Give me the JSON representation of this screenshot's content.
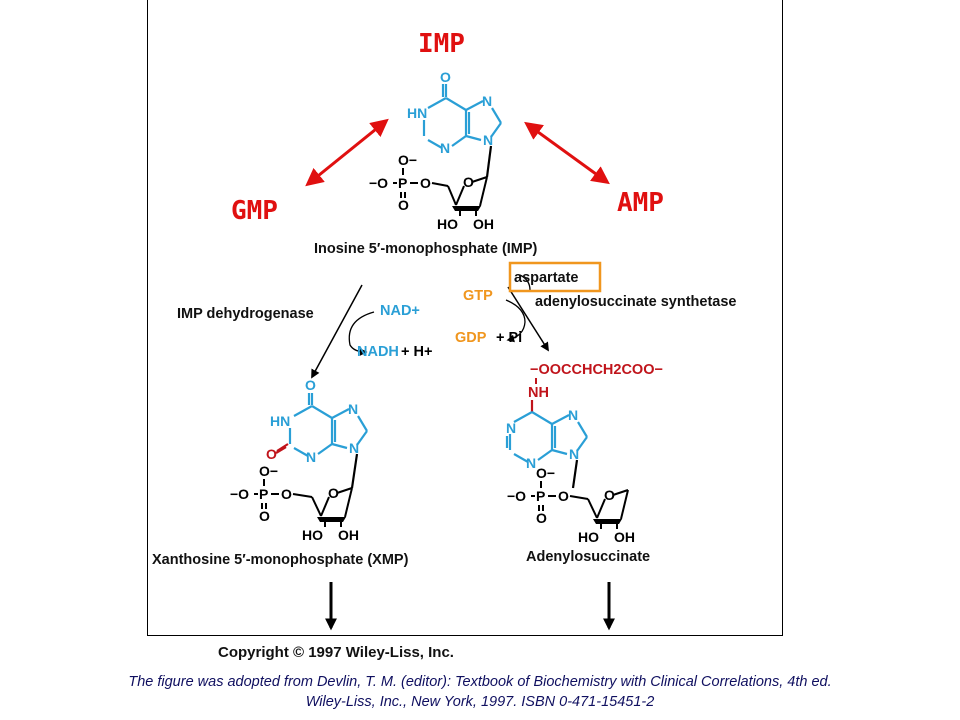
{
  "labels": {
    "imp": "IMP",
    "gmp": "GMP",
    "amp": "AMP"
  },
  "compounds": {
    "imp_name": "Inosine 5′-monophosphate (IMP)",
    "xmp_name": "Xanthosine 5′-monophosphate (XMP)",
    "succ_name": "Adenylosuccinate"
  },
  "reactions": {
    "left_enzyme": "IMP dehydrogenase",
    "nad": "NAD+",
    "nadh": "NADH",
    "h_plus": "+ H+",
    "right_enzyme": "adenylosuccinate synthetase",
    "aspartate": "aspartate",
    "gtp": "GTP",
    "gdp": "GDP",
    "pi": "+ Pi",
    "succinyl_chain": "−OOCCHCH2COO−",
    "nh": "NH"
  },
  "atoms": {
    "o": "O",
    "n": "N",
    "hn": "HN",
    "p": "P",
    "o_minus": "O−",
    "minus_o": "−O",
    "ho": "HO",
    "oh": "OH"
  },
  "copyright": "Copyright © 1997 Wiley-Liss, Inc.",
  "citation": {
    "line1": "The figure was adopted from Devlin, T. M. (editor): Textbook of Biochemistry with Clinical Correlations, 4th ed.",
    "line2": "Wiley-Liss, Inc., New York, 1997. ISBN 0-471-15451-2"
  },
  "colors": {
    "arrow_red": "#e01010",
    "molecule_blue": "#2a9fd6",
    "highlight_orange": "#f0961e",
    "text_red": "#c0141b"
  }
}
